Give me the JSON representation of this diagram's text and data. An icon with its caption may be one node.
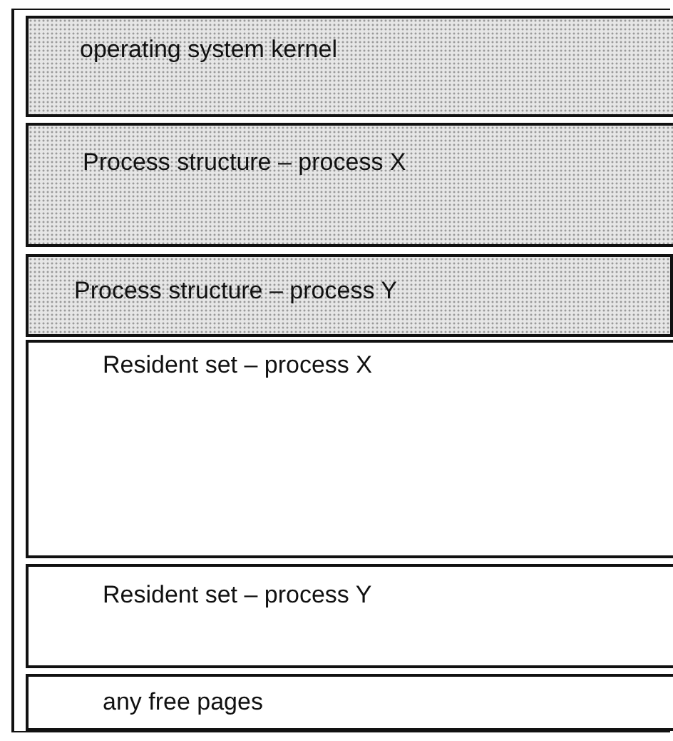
{
  "diagram": {
    "nodes": [
      {
        "text": [],
        "shape": "box"
      },
      {
        "text": [
          "operating system kernel"
        ],
        "in": 0
      },
      {
        "text": [
          "Process structure – process X"
        ],
        "in": 0
      },
      {
        "text": [
          "Process structure – process Y"
        ],
        "in": 0
      },
      {
        "text": [
          "Resident set – process X"
        ],
        "in": 0
      },
      {
        "text": [
          "Resident set – process Y"
        ],
        "in": 0
      },
      {
        "text": [
          "any free pages"
        ],
        "in": 0
      }
    ]
  }
}
